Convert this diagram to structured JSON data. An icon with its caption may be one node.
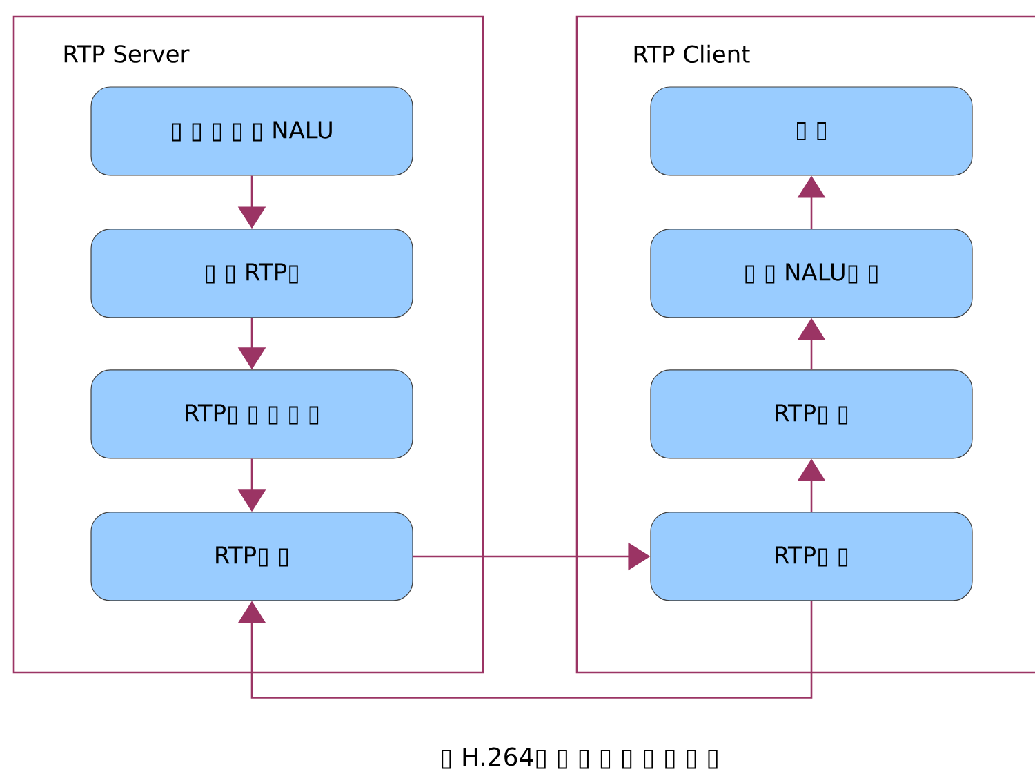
{
  "diagram": {
    "caption": "▯ H.264▯ ▯ ▯ ▯ ▯ ▯ ▯ ▯ ▯",
    "nodes": [
      {
        "text": [
          "RTP Server"
        ]
      },
      {
        "text": [
          "▯ ▯ ▯ ▯ ▯ NALU"
        ],
        "in": 0
      },
      {
        "text": [
          "▯ ▯ RTP▯"
        ],
        "in": 0
      },
      {
        "text": [
          "RTP▯ ▯ ▯ ▯ ▯"
        ],
        "in": 0
      },
      {
        "text": [
          "RTP▯ ▯"
        ],
        "in": 0
      },
      {
        "text": [
          "RTP Client"
        ]
      },
      {
        "text": [
          "▯ ▯"
        ],
        "in": 5
      },
      {
        "text": [
          "▯ ▯ NALU▯ ▯"
        ],
        "in": 5
      },
      {
        "text": [
          "RTP▯ ▯"
        ],
        "in": 5
      },
      {
        "text": [
          "RTP▯ ▯"
        ],
        "in": 5
      }
    ],
    "edges": [
      {
        "from": 1,
        "to": 2,
        "arrow": "to"
      },
      {
        "from": 2,
        "to": 3,
        "arrow": "to"
      },
      {
        "from": 3,
        "to": 4,
        "arrow": "to"
      },
      {
        "from": 4,
        "to": 9,
        "arrow": "to"
      },
      {
        "from": 9,
        "to": 8,
        "arrow": "to"
      },
      {
        "from": 8,
        "to": 7,
        "arrow": "to"
      },
      {
        "from": 7,
        "to": 6,
        "arrow": "to"
      },
      {
        "from": 9,
        "to": 4,
        "arrow": "to"
      }
    ]
  }
}
